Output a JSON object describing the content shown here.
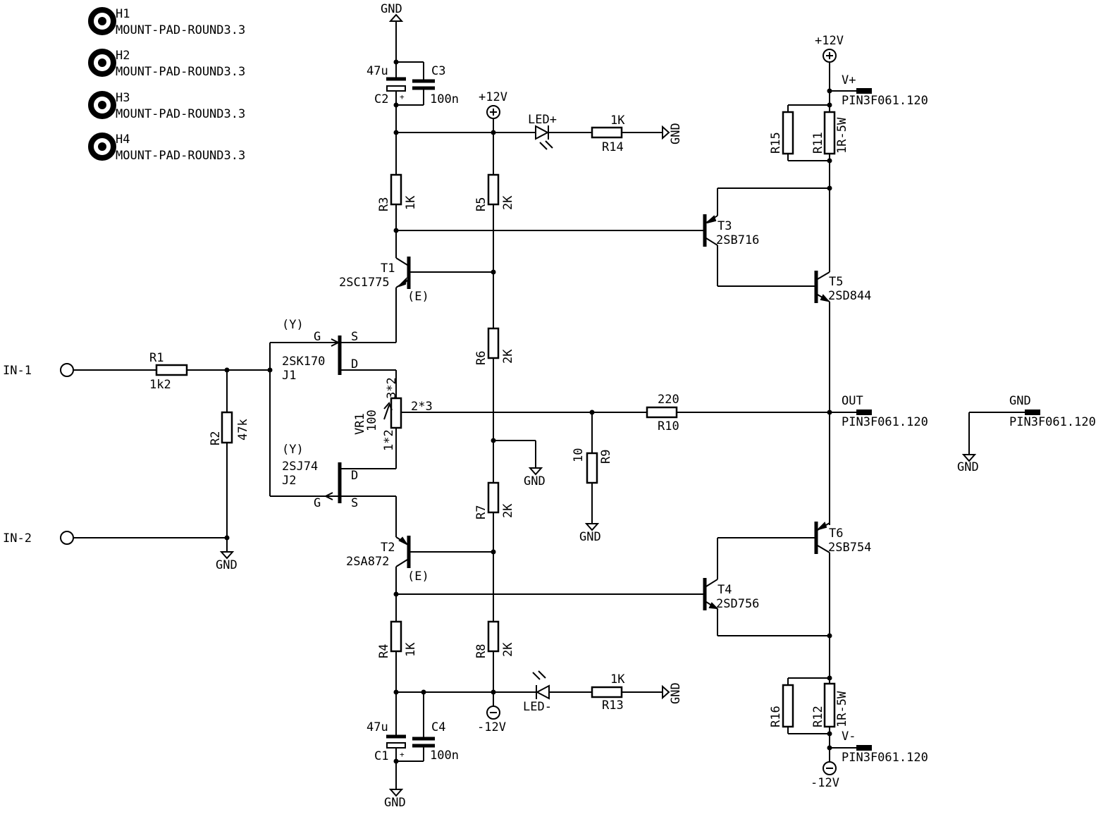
{
  "mount": [
    {
      "ref": "H1",
      "value": "MOUNT-PAD-ROUND3.3"
    },
    {
      "ref": "H2",
      "value": "MOUNT-PAD-ROUND3.3"
    },
    {
      "ref": "H3",
      "value": "MOUNT-PAD-ROUND3.3"
    },
    {
      "ref": "H4",
      "value": "MOUNT-PAD-ROUND3.3"
    }
  ],
  "ports": {
    "in1": "IN-1",
    "in2": "IN-2"
  },
  "power": {
    "gnd": "GND",
    "p12": "+12V",
    "m12": "-12V"
  },
  "r1": {
    "ref": "R1",
    "val": "1k2"
  },
  "r2": {
    "ref": "R2",
    "val": "47k"
  },
  "r3": {
    "ref": "R3",
    "val": "1K"
  },
  "r4": {
    "ref": "R4",
    "val": "1K"
  },
  "r5": {
    "ref": "R5",
    "val": "2K"
  },
  "r6": {
    "ref": "R6",
    "val": "2K"
  },
  "r7": {
    "ref": "R7",
    "val": "2K"
  },
  "r8": {
    "ref": "R8",
    "val": "2K"
  },
  "r9": {
    "ref": "R9",
    "val": "10"
  },
  "r10": {
    "ref": "R10",
    "val": "220"
  },
  "r11": {
    "ref": "R11",
    "val": "1R-5W"
  },
  "r12": {
    "ref": "R12",
    "val": "1R-5W"
  },
  "r13": {
    "ref": "R13",
    "val": "1K"
  },
  "r14": {
    "ref": "R14",
    "val": "1K"
  },
  "r15": {
    "ref": "R15"
  },
  "r16": {
    "ref": "R16"
  },
  "c1": {
    "ref": "C1",
    "val": "47u"
  },
  "c2": {
    "ref": "C2",
    "val": "47u"
  },
  "c3": {
    "ref": "C3",
    "val": "100n"
  },
  "c4": {
    "ref": "C4",
    "val": "100n"
  },
  "plus": "+",
  "led": {
    "plus": "LED+",
    "minus": "LED-"
  },
  "vr1": {
    "ref": "VR1",
    "val": "100",
    "p3": "3*2",
    "p2": "2*3",
    "p1": "1*2"
  },
  "j1": {
    "ref": "J1",
    "val": "2SK170",
    "rank": "(Y)",
    "g": "G",
    "s": "S",
    "d": "D"
  },
  "j2": {
    "ref": "J2",
    "val": "2SJ74",
    "rank": "(Y)",
    "g": "G",
    "s": "S",
    "d": "D"
  },
  "t1": {
    "ref": "T1",
    "val": "2SC1775",
    "rank": "(E)"
  },
  "t2": {
    "ref": "T2",
    "val": "2SA872",
    "rank": "(E)"
  },
  "t3": {
    "ref": "T3",
    "val": "2SB716"
  },
  "t4": {
    "ref": "T4",
    "val": "2SD756"
  },
  "t5": {
    "ref": "T5",
    "val": "2SD844"
  },
  "t6": {
    "ref": "T6",
    "val": "2SB754"
  },
  "out": {
    "vplus": "V+",
    "vminus": "V-",
    "out": "OUT",
    "gnd": "GND",
    "pin": "PIN3F061.120"
  }
}
